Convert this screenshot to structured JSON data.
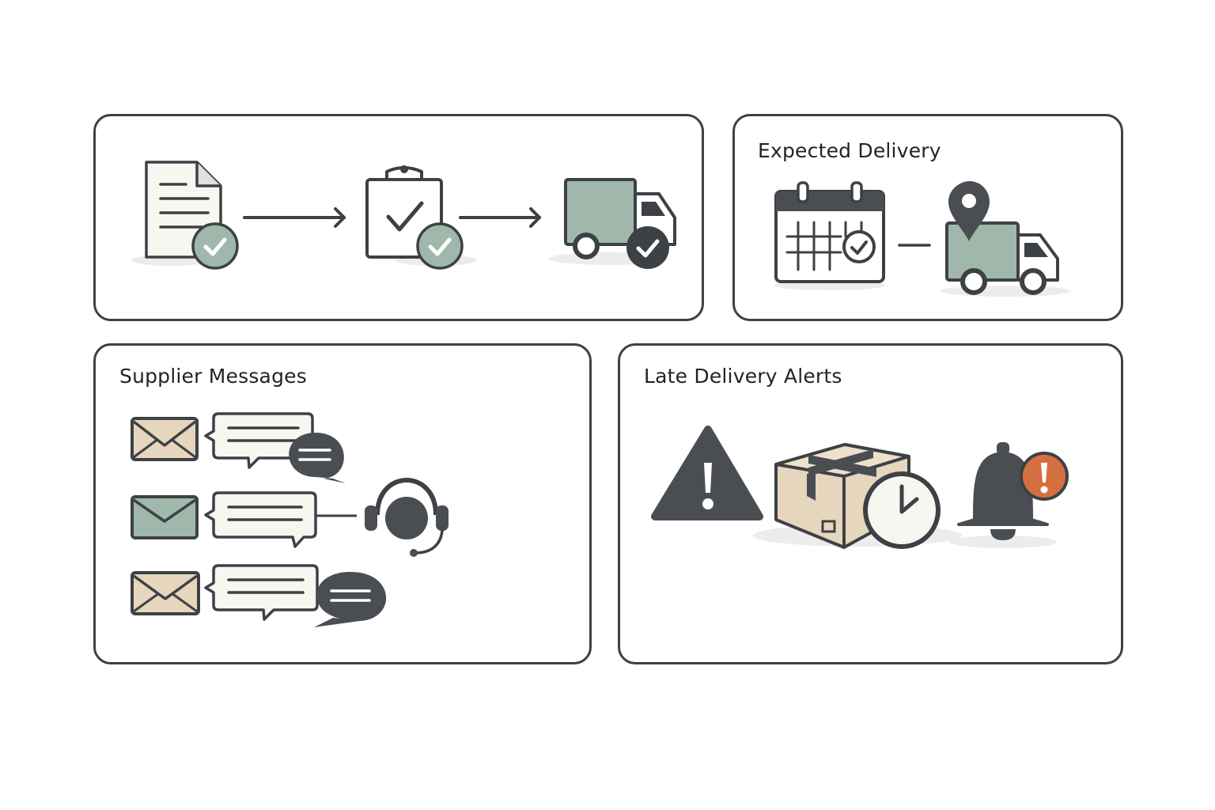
{
  "cards": {
    "order_status": {
      "title": ""
    },
    "expected_delivery": {
      "title": "Expected Delivery"
    },
    "supplier_messages": {
      "title": "Supplier Messages"
    },
    "late_delivery_alerts": {
      "title": "Late Delivery Alerts"
    }
  },
  "colors": {
    "outline": "#3d4145",
    "sage": "#9fb8ab",
    "sand": "#e6d6bd",
    "paper": "#f8f6f0",
    "dark": "#4a4e52",
    "alert_orange": "#d4703f"
  },
  "icons": {
    "order_flow": [
      "document-check-icon",
      "arrow-right-icon",
      "clipboard-check-icon",
      "arrow-right-icon",
      "truck-check-icon"
    ],
    "expected": [
      "calendar-check-icon",
      "connector-line",
      "truck-location-pin-icon"
    ],
    "messages": [
      "envelope-icon",
      "chat-bubble-icon",
      "dark-chat-bubble-icon",
      "headset-icon"
    ],
    "alerts": [
      "warning-triangle-icon",
      "package-clock-icon",
      "bell-alert-icon"
    ]
  }
}
